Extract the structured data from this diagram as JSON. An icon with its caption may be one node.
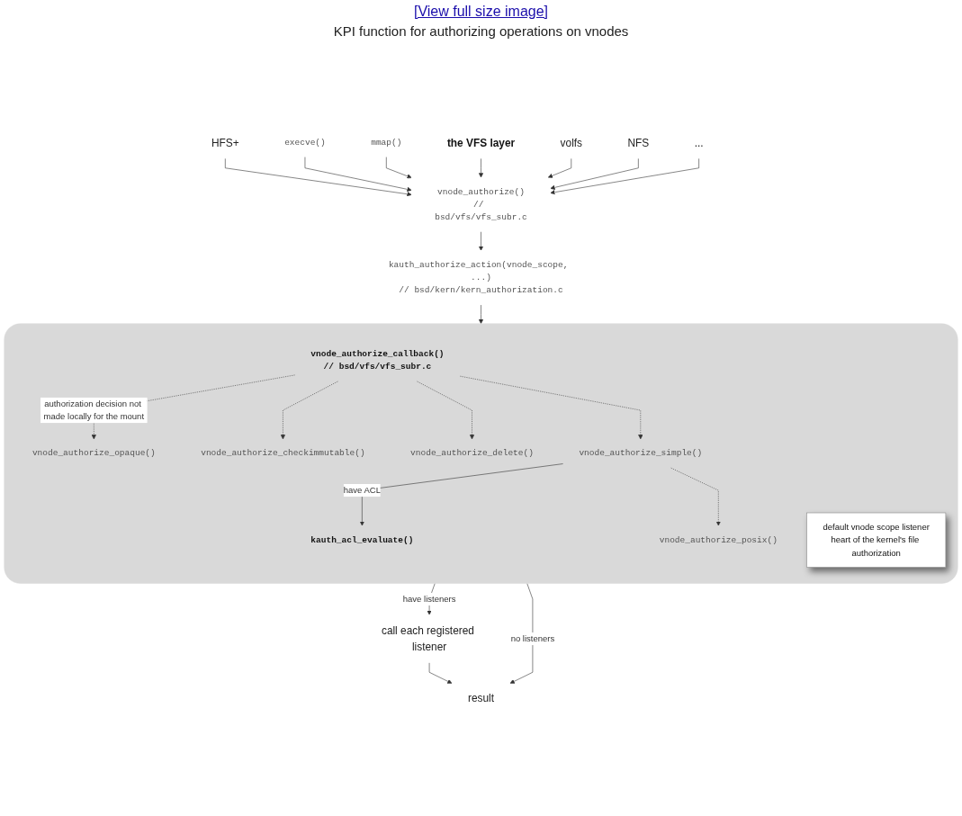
{
  "diagram": {
    "nodes": [
      {
        "text": [
          "the VFS layer"
        ]
      },
      {
        "text": [
          "mmap()"
        ]
      },
      {
        "text": [
          "execve()"
        ]
      },
      {
        "text": [
          "HFS+"
        ]
      },
      {
        "text": [
          "volfs"
        ]
      },
      {
        "text": [
          "NFS"
        ]
      },
      {
        "text": [
          "..."
        ]
      },
      {
        "text": [
          "vnode_authorize()",
          "// bsd/vfs/vfs_subr.c"
        ]
      },
      {
        "text": [
          "kauth_authorize_action(vnode_scope, ...)",
          "// bsd/kern/kern_authorization.c"
        ]
      },
      {
        "text": [
          "vnode_authorize_callback()",
          "// bsd/vfs/vfs_subr.c"
        ]
      },
      {
        "text": [
          "default vnode scope listener",
          "heart of the kernel's file authorization"
        ],
        "in": 9
      },
      {
        "text": [
          "vnode_authorize_opaque()"
        ],
        "in": 9
      },
      {
        "text": [
          "vnode_authorize_checkimmutable()"
        ],
        "in": 9
      },
      {
        "text": [
          "vnode_authorize_delete()"
        ],
        "in": 9
      },
      {
        "text": [
          "vnode_authorize_simple()"
        ],
        "in": 9
      },
      {
        "text": [
          "kauth_acl_evaluate()"
        ],
        "in": 9
      },
      {
        "text": [
          "vnode_authorize_posix()"
        ],
        "in": 9
      },
      {
        "text": [
          "call each registered listener"
        ]
      },
      {
        "text": [
          "result"
        ]
      }
    ],
    "edges": [
      {
        "from": 3,
        "to": 7,
        "arrow": "to"
      },
      {
        "from": 2,
        "to": 7,
        "arrow": "to"
      },
      {
        "from": 1,
        "to": 7,
        "arrow": "to"
      },
      {
        "from": 0,
        "to": 7,
        "arrow": "to"
      },
      {
        "from": 4,
        "to": 7,
        "arrow": "to"
      },
      {
        "from": 5,
        "to": 7,
        "arrow": "to"
      },
      {
        "from": 6,
        "to": 7,
        "arrow": "to"
      },
      {
        "from": 7,
        "to": 8,
        "arrow": "to"
      },
      {
        "from": 8,
        "to": 9,
        "arrow": "to"
      },
      {
        "from": 9,
        "to": 11,
        "arrow": "to",
        "label": "authorization decision not made locally for the mount",
        "style": "dashed"
      },
      {
        "from": 9,
        "to": 12,
        "arrow": "to",
        "style": "dashed"
      },
      {
        "from": 9,
        "to": 13,
        "arrow": "to",
        "style": "dashed"
      },
      {
        "from": 9,
        "to": 14,
        "arrow": "to",
        "style": "dashed"
      },
      {
        "from": 14,
        "to": 15,
        "arrow": "to",
        "label": "have ACL"
      },
      {
        "from": 14,
        "to": 16,
        "arrow": "to",
        "style": "dashed"
      },
      {
        "from": 9,
        "to": 18,
        "arrow": "to",
        "label": "no listeners"
      },
      {
        "from": 9,
        "to": 17,
        "arrow": "to",
        "label": "have listeners"
      },
      {
        "from": 17,
        "to": 18,
        "arrow": "to"
      }
    ],
    "labels": [
      "[View full size image]",
      "KPI function for authorizing operations on vnodes"
    ]
  }
}
